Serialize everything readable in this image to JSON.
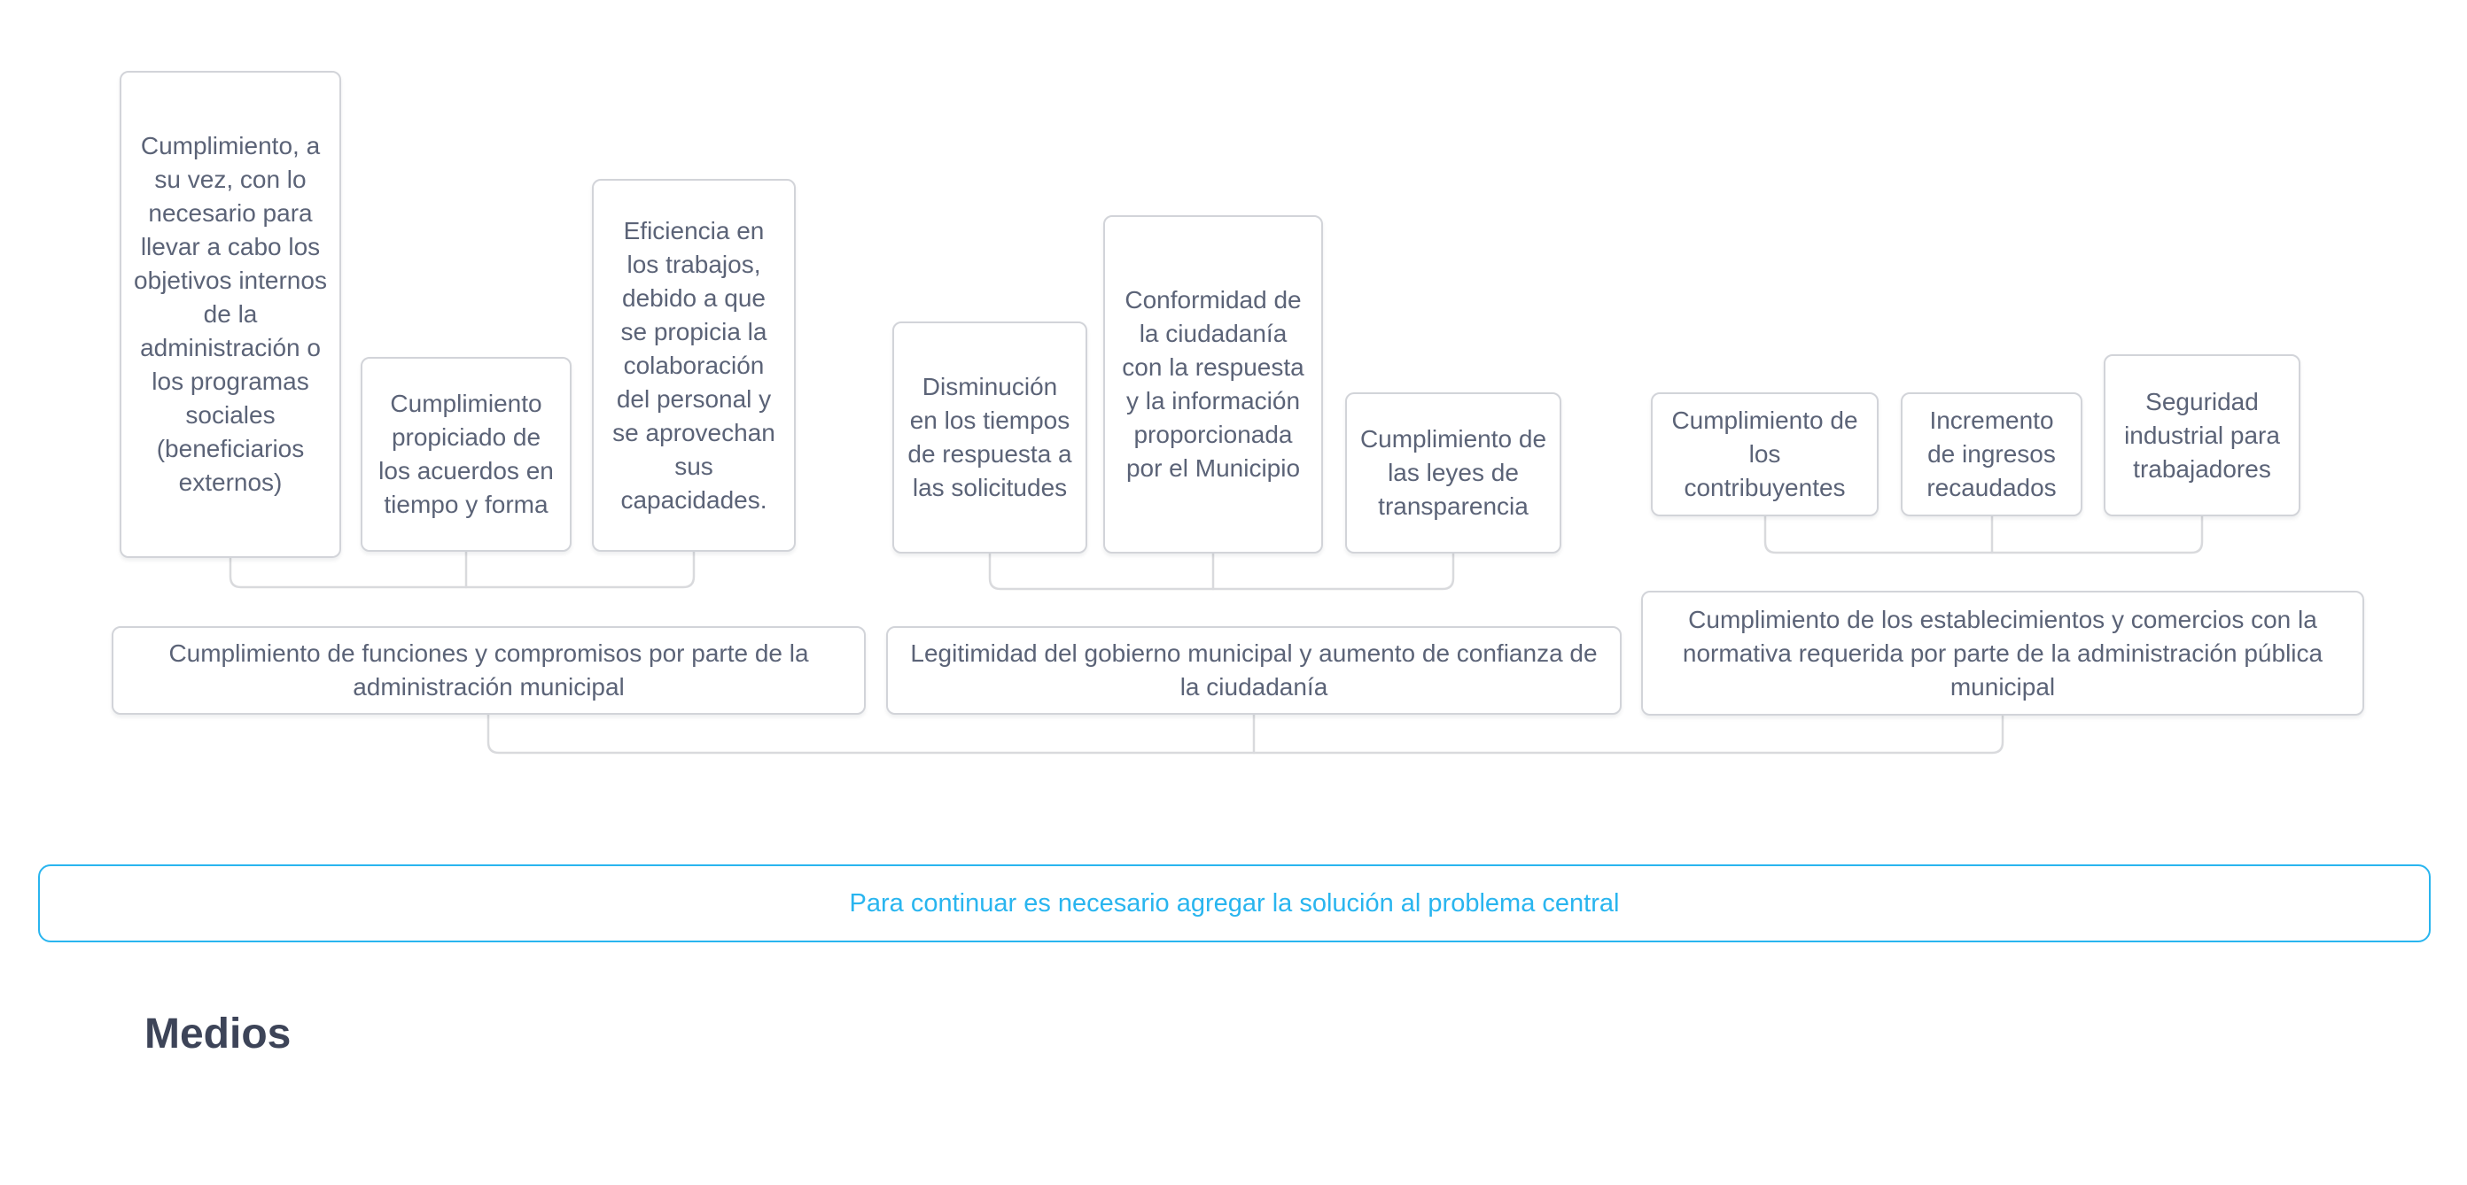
{
  "diagram": {
    "groups": [
      {
        "parent": "Cumplimiento de funciones y compromisos por parte de la administración municipal",
        "children": [
          "Cumplimiento, a su vez, con lo necesario para llevar a cabo los objetivos internos de la administración o los programas sociales (beneficiarios externos)",
          "Cumplimiento propiciado de los acuerdos en tiempo y forma",
          "Eficiencia en los trabajos, debido a que se propicia la colaboración del personal y se aprovechan sus capacidades."
        ]
      },
      {
        "parent": "Legitimidad del gobierno municipal y aumento de confianza de la ciudadanía",
        "children": [
          "Disminución en los tiempos de respuesta a las solicitudes",
          "Conformidad de la ciudadanía con la respuesta y la información proporcionada por el Municipio",
          "Cumplimiento de las leyes de transparencia"
        ]
      },
      {
        "parent": "Cumplimiento de los establecimientos y comercios con la normativa requerida por parte de la administración pública municipal",
        "children": [
          "Cumplimiento de los contribuyentes",
          "Incremento de ingresos recaudados",
          "Seguridad industrial para trabajadores"
        ]
      }
    ]
  },
  "notice": {
    "text": "Para continuar es necesario agregar la solución al problema central"
  },
  "section": {
    "heading": "Medios"
  },
  "colors": {
    "accent_cyan": "#29b5ef",
    "node_border": "#d2d4d9",
    "node_text": "#5b6377",
    "heading_text": "#3d4458",
    "connector": "#d9dadd",
    "background": "#ffffff"
  }
}
